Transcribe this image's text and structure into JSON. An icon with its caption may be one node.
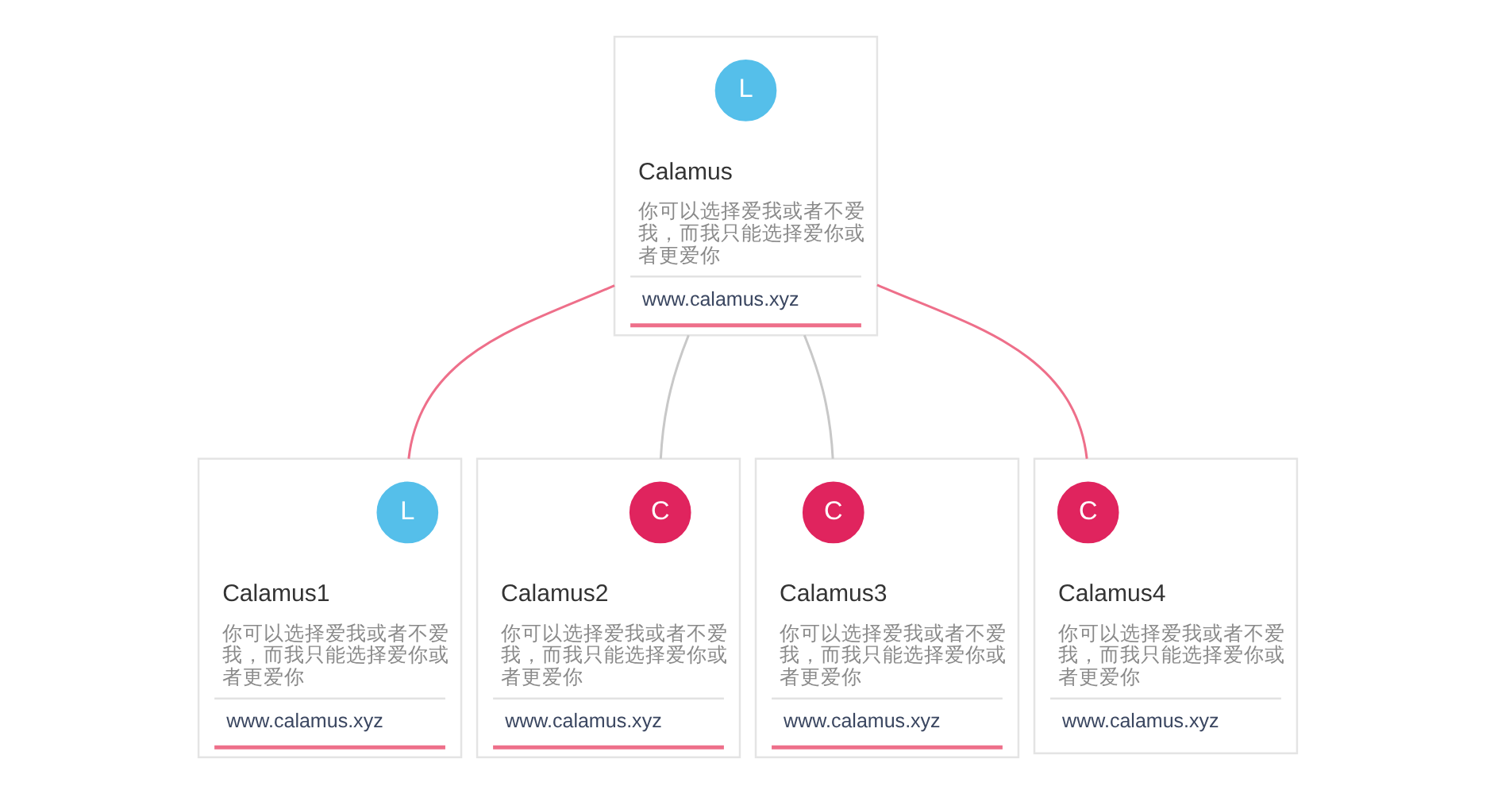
{
  "diagram": {
    "nodes": [
      {
        "text": [
          "Calamus",
          "你可以选择爱我或者不爱我，而我只能选择爱你或者更爱你",
          "www.calamus.xyz"
        ]
      },
      {
        "text": [
          "L"
        ],
        "in": 0
      },
      {
        "text": [
          "Calamus1",
          "你可以选择爱我或者不爱我，而我只能选择爱你或者更爱你",
          "www.calamus.xyz"
        ]
      },
      {
        "text": [
          "L"
        ],
        "in": 2
      },
      {
        "text": [
          "Calamus2",
          "你可以选择爱我或者不爱我，而我只能选择爱你或者更爱你",
          "www.calamus.xyz"
        ]
      },
      {
        "text": [
          "C"
        ],
        "in": 4
      },
      {
        "text": [
          "Calamus3",
          "你可以选择爱我或者不爱我，而我只能选择爱你或者更爱你",
          "www.calamus.xyz"
        ]
      },
      {
        "text": [
          "C"
        ],
        "in": 6
      },
      {
        "text": [
          "Calamus4",
          "你可以选择爱我或者不爱我，而我只能选择爱你或者更爱你",
          "www.calamus.xyz"
        ]
      },
      {
        "text": [
          "C"
        ],
        "in": 8
      }
    ],
    "edges": [
      {
        "from": 0,
        "to": 2,
        "arrow": "none",
        "color": "#ee6f8a"
      },
      {
        "from": 0,
        "to": 4,
        "arrow": "none",
        "color": "#c8c8c8"
      },
      {
        "from": 0,
        "to": 6,
        "arrow": "none",
        "color": "#c8c8c8"
      },
      {
        "from": 0,
        "to": 8,
        "arrow": "none",
        "color": "#ee6f8a"
      }
    ]
  }
}
